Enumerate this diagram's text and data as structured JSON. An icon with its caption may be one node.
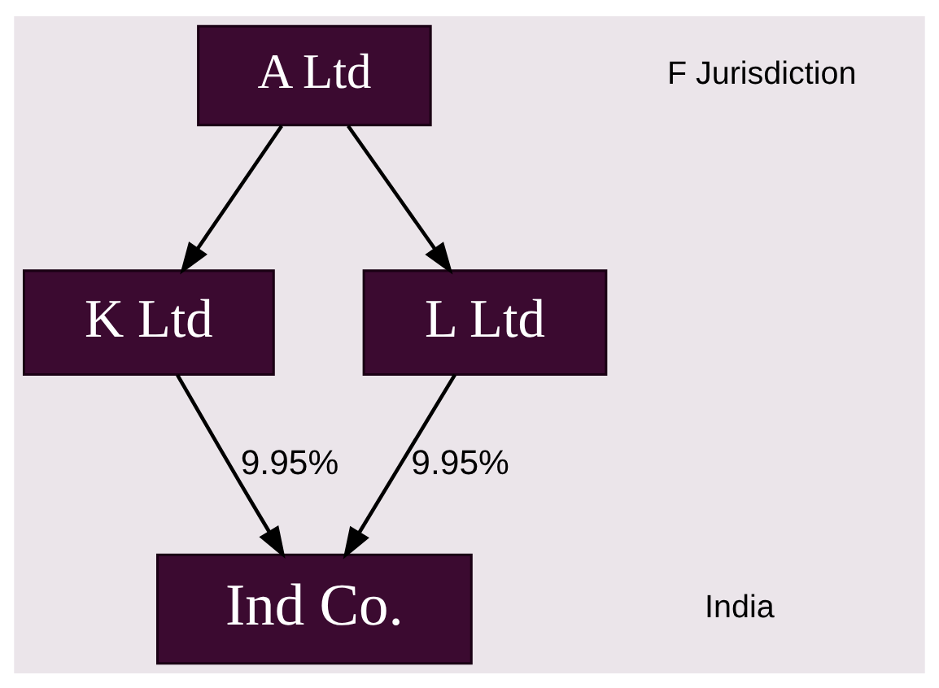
{
  "diagram": {
    "nodes": [
      {
        "text": [
          "A Ltd"
        ]
      },
      {
        "text": [
          "K Ltd"
        ]
      },
      {
        "text": [
          "L Ltd"
        ]
      },
      {
        "text": [
          "Ind Co."
        ]
      }
    ],
    "edges": [
      {
        "from": 0,
        "to": 1,
        "arrow": "to"
      },
      {
        "from": 0,
        "to": 2,
        "arrow": "to"
      },
      {
        "from": 1,
        "to": 3,
        "label": "9.95%",
        "arrow": "to"
      },
      {
        "from": 2,
        "to": 3,
        "label": "9.95%",
        "arrow": "to"
      }
    ],
    "labels": [
      "F Jurisdiction",
      "India"
    ]
  }
}
